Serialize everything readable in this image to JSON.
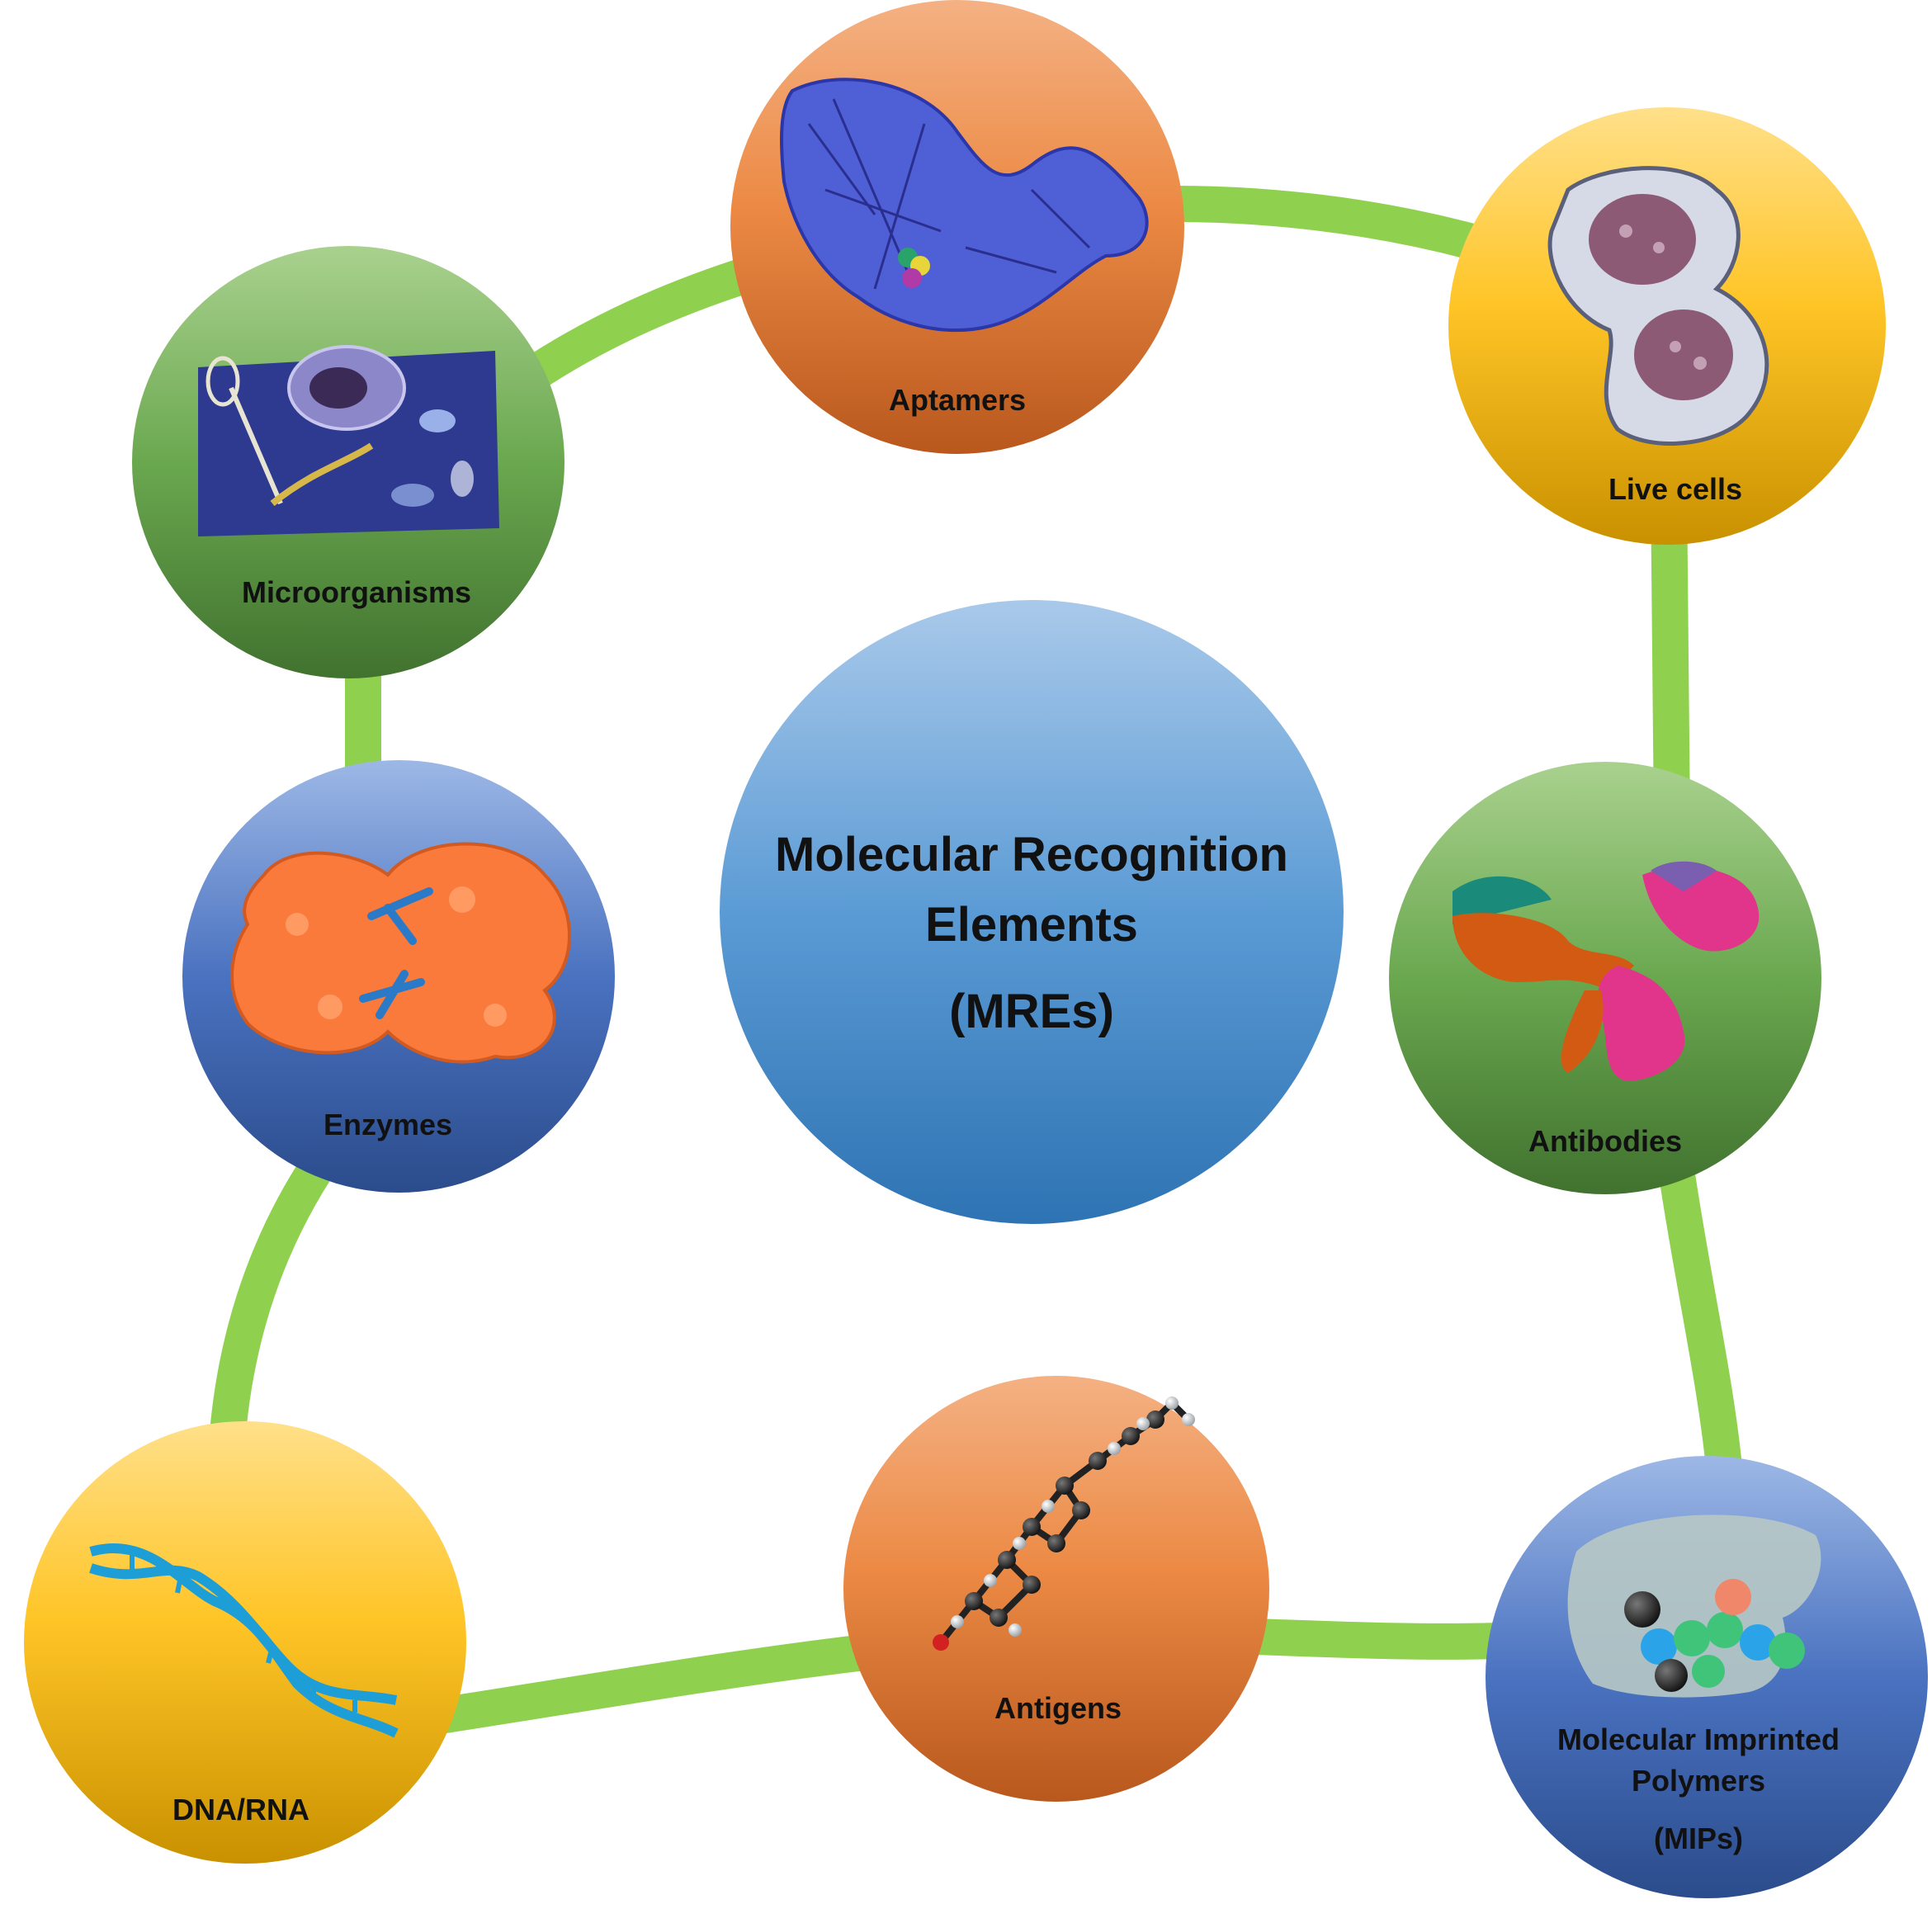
{
  "center": {
    "title_line1": "Molecular Recognition",
    "title_line2": "Elements",
    "title_line3": "(MREs)"
  },
  "nodes": {
    "aptamers": {
      "label": "Aptamers",
      "icon": "aptamer-protein-surface-icon"
    },
    "live_cells": {
      "label": "Live cells",
      "icon": "cell-micrograph-icon"
    },
    "microorganisms": {
      "label": "Microorganisms",
      "icon": "bacteria-virus-icon"
    },
    "enzymes": {
      "label": "Enzymes",
      "icon": "enzyme-protein-icon"
    },
    "antibodies": {
      "label": "Antibodies",
      "icon": "antibody-y-shape-icon"
    },
    "dna_rna": {
      "label": "DNA/RNA",
      "icon": "dna-double-helix-icon"
    },
    "antigens": {
      "label": "Antigens",
      "icon": "molecule-ball-stick-icon"
    },
    "mips": {
      "label_line1": "Molecular Imprinted",
      "label_line2": "Polymers",
      "label_line3": "(MIPs)",
      "icon": "imprinted-polymer-cavity-icon"
    }
  },
  "colors": {
    "ring": "#8fd14f",
    "orange": "#e8803a",
    "yellow": "#f7c42a",
    "green": "#6aa84f",
    "blue": "#4a72b8",
    "center_blue": "#5b9bd5"
  }
}
